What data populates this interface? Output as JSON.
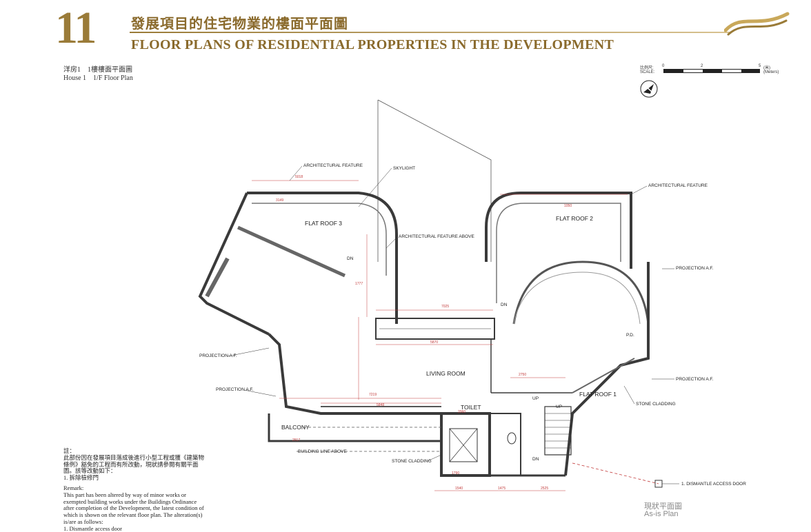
{
  "header": {
    "chapter_number": "11",
    "title_zh": "發展項目的住宅物業的樓面平面圖",
    "title_en": "FLOOR PLANS OF RESIDENTIAL PROPERTIES IN THE DEVELOPMENT"
  },
  "plan_title": {
    "zh": "洋房1　1樓樓面平面圖",
    "en": "House 1　1/F Floor Plan"
  },
  "scale": {
    "label_zh": "比例尺:",
    "label_en": "SCALE:",
    "ticks": [
      "0",
      "2",
      "5"
    ],
    "unit_zh": "(米)",
    "unit_en": "(Meters)"
  },
  "labels": {
    "flat_roof_3": "FLAT ROOF 3",
    "flat_roof_2": "FLAT ROOF 2",
    "flat_roof_1": "FLAT ROOF 1",
    "living_room": "LIVING ROOM",
    "toilet": "TOILET",
    "balcony": "BALCONY",
    "skylight": "SKYLIGHT",
    "architectural_feature": "ARCHITECTURAL FEATURE",
    "architectural_feature_above": "ARCHITECTURAL FEATURE ABOVE",
    "projection_af": "PROJECTION A.F.",
    "stone_cladding": "STONE CLADDING",
    "building_line_above": "BUILDING LINE ABOVE",
    "dismantle_access_door": "1. DISMANTLE ACCESS DOOR",
    "dn": "DN",
    "up": "UP",
    "pd": "P.D."
  },
  "dimensions": [
    "5018",
    "3149",
    "1777",
    "7025",
    "5870",
    "7219",
    "5848",
    "2750",
    "1050",
    "2917",
    "1540",
    "1475",
    "2525",
    "1790",
    "2060"
  ],
  "notes": {
    "zh": "註：\n此部份因在發展項目落成後進行小型工程或獲《建築物條例》豁免的工程而有所改動，現狀請參閱有關平面圖。該等改動如下：\n1.  拆除檢修門",
    "en": "Remark:\nThis part has been altered by way of minor works or exempted building works under the Buildings Ordinance after completion of the Development, the latest condition of which is shown on the relevant floor plan. The alteration(s) is/are as follows:\n1.  Dismantle access door"
  },
  "as_is": {
    "zh": "現狀平面圖",
    "en": "As-is Plan"
  },
  "colors": {
    "gold": "#9a7b38",
    "dimension_red": "#c23a3a",
    "wall": "#3a3a3a"
  }
}
